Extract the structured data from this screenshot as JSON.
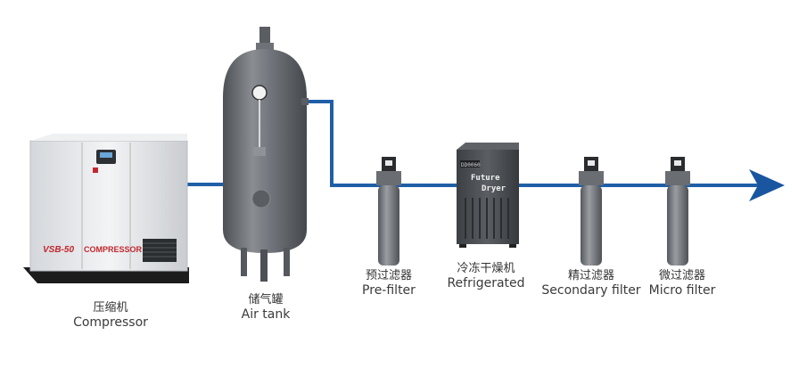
{
  "colors": {
    "pipe": "#1f5fa8",
    "arrow": "#1a56a0",
    "tank": "#6e7177",
    "filter": "#707479",
    "compressor_body": "#e6e8eb",
    "compressor_text": "#c2272d",
    "dryer": "#4a4d52"
  },
  "compressor": {
    "model": "VSB-50",
    "brand": "COMPRESSOR",
    "label_cn": "压缩机",
    "label_en": "Compressor",
    "icon": "air-compressor-icon"
  },
  "air_tank": {
    "label_cn": "储气罐",
    "label_en": "Air tank",
    "icon": "air-tank-icon"
  },
  "pre_filter": {
    "label_cn": "预过滤器",
    "label_en": "Pre-filter",
    "icon": "filter-icon"
  },
  "dryer": {
    "display": "DD0060",
    "brand_line1": "Future",
    "brand_line2": "Dryer",
    "label_cn": "冷冻干燥机",
    "label_en": "Refrigerated",
    "icon": "refrigerated-dryer-icon"
  },
  "secondary_filter": {
    "label_cn": "精过滤器",
    "label_en": "Secondary filter",
    "icon": "filter-icon"
  },
  "micro_filter": {
    "label_cn": "微过滤器",
    "label_en": "Micro filter",
    "icon": "filter-icon"
  },
  "flow_arrow": {
    "icon": "arrow-right-icon"
  }
}
